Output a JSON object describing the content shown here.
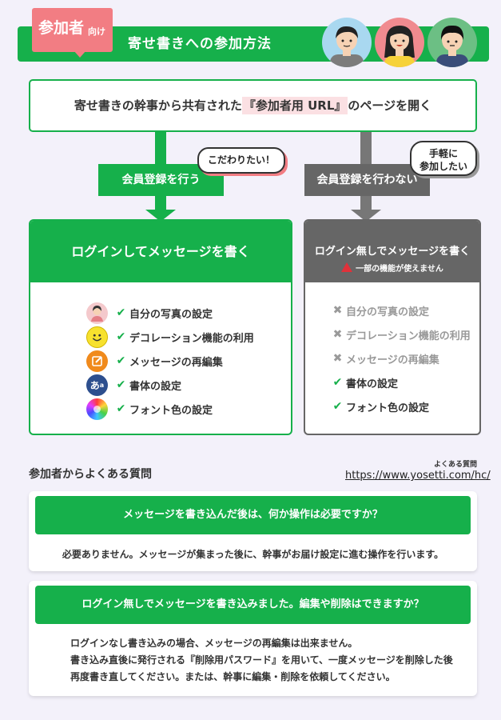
{
  "header": {
    "tag_main": "参加者",
    "tag_sub": "向け",
    "title": "寄せ書きへの参加方法"
  },
  "url_step": {
    "before": "寄せ書きの幹事から共有された",
    "highlight": "『参加者用 URL』",
    "after": "のページを開く"
  },
  "branches": {
    "register": {
      "label": "会員登録を行う",
      "bubble": "こだわりたい！"
    },
    "no_register": {
      "label": "会員登録を行わない",
      "bubble_line1": "手軽に",
      "bubble_line2": "参加したい"
    }
  },
  "panel_login": {
    "title": "ログインしてメッセージを書く",
    "features": [
      {
        "label": "自分の写真の設定",
        "icon": "face-photo-icon"
      },
      {
        "label": "デコレーション機能の利用",
        "icon": "smiley-decoration-icon"
      },
      {
        "label": "メッセージの再編集",
        "icon": "edit-icon"
      },
      {
        "label": "書体の設定",
        "icon": "font-aa-icon"
      },
      {
        "label": "フォント色の設定",
        "icon": "color-wheel-icon"
      }
    ]
  },
  "panel_guest": {
    "title": "ログイン無しでメッセージを書く",
    "warning": "一部の機能が使えません",
    "features": [
      {
        "label": "自分の写真の設定",
        "available": false
      },
      {
        "label": "デコレーション機能の利用",
        "available": false
      },
      {
        "label": "メッセージの再編集",
        "available": false
      },
      {
        "label": "書体の設定",
        "available": true
      },
      {
        "label": "フォント色の設定",
        "available": true
      }
    ]
  },
  "faq": {
    "heading": "参加者からよくある質問",
    "link_label": "よくある質問",
    "link_url": "https://www.yosetti.com/hc/",
    "items": [
      {
        "question": "メッセージを書き込んだ後は、何か操作は必要ですか？",
        "answer": [
          "必要ありません。メッセージが集まった後に、幹事がお届け設定に進む操作を行います。"
        ]
      },
      {
        "question": "ログイン無しでメッセージを書き込みました。編集や削除はできますか？",
        "answer": [
          "ログインなし書き込みの場合、メッセージの再編集は出来ません。",
          "書き込み直後に発行される『削除用パスワード』を用いて、一度メッセージを削除した後",
          "再度書き直してください。または、幹事に編集・削除を依頼してください。"
        ]
      }
    ]
  },
  "colors": {
    "green": "#16b04b",
    "gray": "#666666",
    "pink": "#f27d83",
    "check": "#16b04b",
    "cross": "#9a9a9a"
  }
}
